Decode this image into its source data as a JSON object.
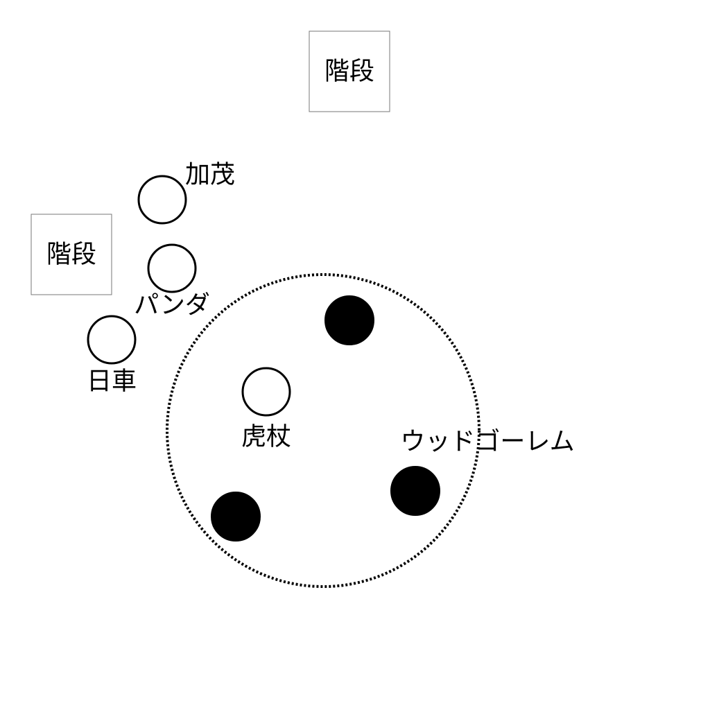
{
  "colors": {
    "background": "#ffffff",
    "ink": "#000000",
    "stair_border": "#777777"
  },
  "stairs": [
    {
      "label": "階段"
    },
    {
      "label": "階段"
    }
  ],
  "allies": [
    {
      "name": "加茂"
    },
    {
      "name": "パンダ"
    },
    {
      "name": "日車"
    },
    {
      "name": "虎杖"
    }
  ],
  "area": {
    "label": "ウッドゴーレム",
    "enemy_count": 3
  }
}
